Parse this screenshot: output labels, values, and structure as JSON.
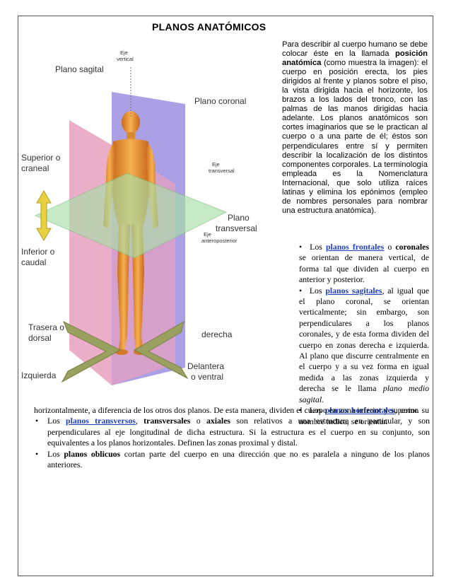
{
  "title": "PLANOS ANATÓMICOS",
  "intro": {
    "part1": "Para describir al cuerpo humano se debe colocar éste en la llamada ",
    "bold": "posición anatómica",
    "part2": " (como muestra la imagen): el cuerpo en posición erecta, los pies dirigidos al frente y planos sobre el piso, la vista dirigida hacia el horizonte, los brazos a los lados del tronco, con las palmas de las manos dirigidas hacia adelante. Los planos anatómicos son cortes imaginarios que se le practican al cuerpo o a una parte de él; éstos son perpendiculares entre sí y permiten describir la localización de los distintos componentes corporales. La terminología empleada es la Nomenclatura Internacional, que solo utiliza raíces latinas y elimina los epónimos (empleo de nombres personales para nombrar una estructura anatómica)."
  },
  "bullets": {
    "frontales": {
      "pre": "Los ",
      "link": "planos frontales",
      "mid": " o ",
      "bold": "coronales",
      "post": " se orientan de manera vertical, de forma tal que dividen al cuerpo en anterior y posterior."
    },
    "sagitales": {
      "pre": "Los ",
      "link": "planos sagitales",
      "post": ", al igual que el plano coronal, se orientan verticalmente; sin embargo, son perpendiculares a los planos coronales, y de esta forma dividen del cuerpo en zonas derecha e izquierda. Al plano que discurre centralmente en el cuerpo y a su vez forma en igual medida a las zonas izquierda y derecha se le llama ",
      "italic": "plano medio sagital."
    },
    "horizontales": {
      "pre": "Los ",
      "link": "planos horizontales",
      "post_right": ", como su nombre indica, se orientan",
      "post_bottom": "horizontalmente, a diferencia de los otros dos planos. De esta manera, dividen el cuerpo en zona inferior y superior."
    },
    "transversos": {
      "pre": "Los ",
      "link": "planos transversos",
      "mid1": ", ",
      "bold1": "transversales",
      "mid2": " o ",
      "bold2": "axiales",
      "post": " son relativos a una estructura en particular, y son perpendiculares al eje longitudinal de dicha estructura. Si la estructura es el cuerpo en su conjunto, son equivalentes a los planos horizontales. Definen las zonas proximal y distal."
    },
    "oblicuos": {
      "pre": "Los ",
      "bold": "planos oblicuos",
      "post": " cortan parte del cuerpo en una dirección que no es paralela a ninguno de los planos anteriores."
    }
  },
  "figure": {
    "labels": {
      "eje_vertical_1": "Eje",
      "eje_vertical_2": "vertical",
      "plano_sagital": "Plano sagital",
      "plano_coronal": "Plano coronal",
      "superior_1": "Superior o",
      "superior_2": "craneal",
      "eje_transversal_1": "Eje",
      "eje_transversal_2": "transversal",
      "plano_transversal_1": "Plano",
      "plano_transversal_2": "transversal",
      "eje_ap_1": "Eje",
      "eje_ap_2": "anteroposterior",
      "inferior_1": "Inferior o",
      "inferior_2": "caudal",
      "trasera_1": "Trasera o",
      "trasera_2": "dorsal",
      "derecha": "derecha",
      "delantera_1": "Delantera",
      "delantera_2": "o ventral",
      "izquierda": "Izquierda"
    },
    "colors": {
      "sagittal_plane": "#e8a0c0",
      "coronal_plane": "#9c8fe0",
      "transverse_plane": "#a8e0a8",
      "body": "#f0a040",
      "arrows": "#9aa060"
    }
  }
}
